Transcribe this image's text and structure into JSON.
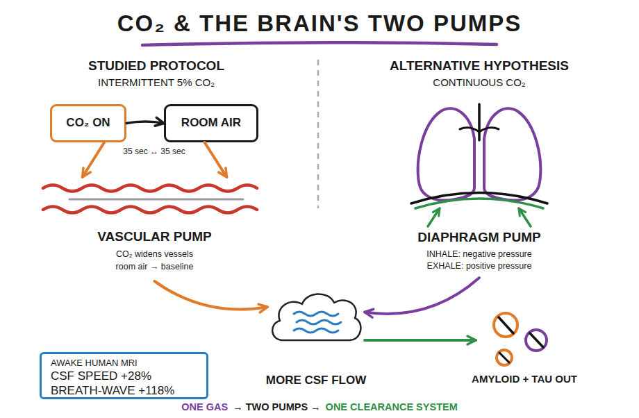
{
  "diagram": {
    "title": "CO₂ & THE BRAIN'S TWO PUMPS",
    "nodes": [
      {
        "text": [
          "CO₂ ON"
        ]
      },
      {
        "text": [
          "ROOM AIR"
        ]
      },
      {
        "text": [
          "VASCULAR PUMP",
          "CO₂ widens vessels",
          "room air → baseline"
        ]
      },
      {
        "text": [
          "DIAPHRAGM PUMP",
          "INHALE: negative pressure",
          "EXHALE: positive pressure"
        ]
      },
      {
        "text": [
          "MORE CSF FLOW"
        ]
      },
      {
        "text": [
          "AMYLOID + TAU OUT"
        ]
      },
      {
        "text": [
          "AWAKE HUMAN MRI",
          "CSF SPEED +28%",
          "BREATH-WAVE +118%"
        ]
      }
    ],
    "edges": [
      {
        "from": 0,
        "to": 1,
        "arrow": "to"
      },
      {
        "from": 0,
        "to": 2,
        "arrow": "to"
      },
      {
        "from": 1,
        "to": 2,
        "arrow": "to"
      },
      {
        "from": 2,
        "to": 4,
        "arrow": "to"
      },
      {
        "from": 3,
        "to": 4,
        "arrow": "to"
      },
      {
        "from": 4,
        "to": 5,
        "arrow": "to"
      }
    ],
    "labels": [
      "STUDIED PROTOCOL",
      "INTERMITTENT 5% CO₂",
      "35 sec ↔ 35 sec",
      "ALTERNATIVE HYPOTHESIS",
      "CONTINUOUS CO₂",
      "ONE GAS",
      "→ TWO PUMPS →",
      "ONE CLEARANCE SYSTEM"
    ]
  }
}
